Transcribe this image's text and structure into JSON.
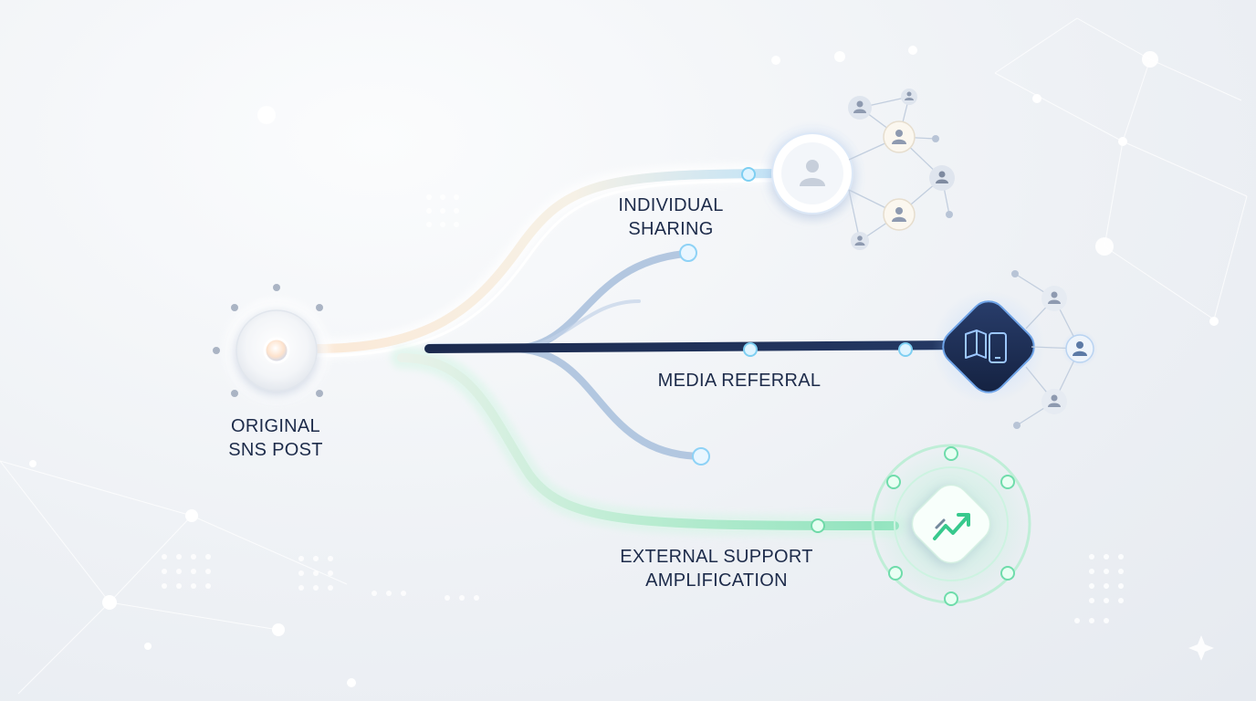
{
  "nodes": {
    "original": {
      "line1": "ORIGINAL",
      "line2": "SNS POST"
    },
    "individual": {
      "line1": "INDIVIDUAL",
      "line2": "SHARING"
    },
    "media": {
      "line1": "MEDIA REFERRAL"
    },
    "external": {
      "line1": "EXTERNAL SUPPORT",
      "line2": "AMPLIFICATION"
    }
  },
  "icons": {
    "original": "circle-dot-icon",
    "individual": "user-icon",
    "media": "book-phone-icon",
    "external": "trending-up-icon",
    "peers": "user-icon"
  },
  "colors": {
    "navy": "#1b2a4e",
    "individual_path": "#f3ecdf",
    "media_branch": "#9fb6d6",
    "external_path": "#a8e6c8",
    "green_accent": "#3fcf94",
    "blue_glow": "#9cc7ff"
  }
}
